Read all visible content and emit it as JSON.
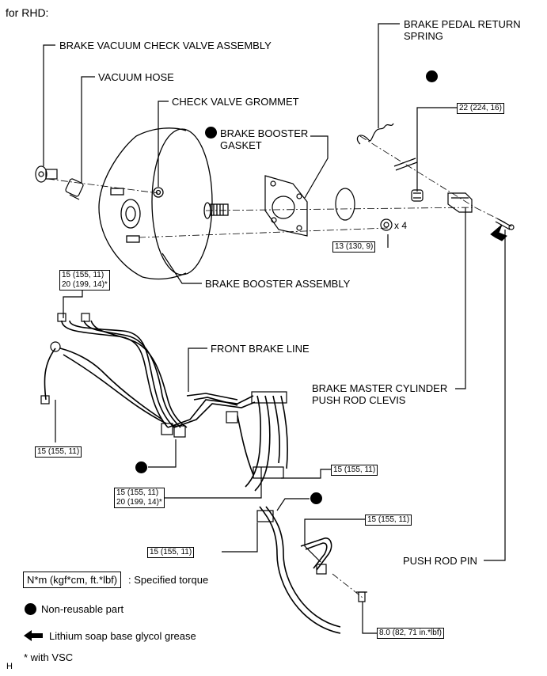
{
  "header": {
    "variant": "for RHD:"
  },
  "parts": {
    "check_valve": "BRAKE VACUUM CHECK VALVE ASSEMBLY",
    "vacuum_hose": "VACUUM HOSE",
    "grommet": "CHECK VALVE GROMMET",
    "booster_gasket": "BRAKE BOOSTER\nGASKET",
    "return_spring": "BRAKE PEDAL RETURN\nSPRING",
    "booster_assembly": "BRAKE BOOSTER ASSEMBLY",
    "front_brake_line": "FRONT BRAKE LINE",
    "push_rod_clevis": "BRAKE MASTER CYLINDER\nPUSH ROD CLEVIS",
    "push_rod_pin": "PUSH ROD PIN"
  },
  "torques": {
    "t_clevis_nut": "22 (224, 16)",
    "t_booster_nut": "13 (130, 9)",
    "t_flare_top": "15 (155, 11)\n20 (199, 14)*",
    "t_left": "15 (155, 11)",
    "t_right_upper": "15 (155, 11)",
    "t_mid": "15 (155, 11)\n20 (199, 14)*",
    "t_right_lower": "15 (155, 11)",
    "t_bottom": "15 (155, 11)",
    "t_bolt": "8.0 (82, 71 in.*lbf)"
  },
  "quantity": "x 4",
  "legend": {
    "torque_box": "N*m (kgf*cm, ft.*lbf)",
    "torque_text": ": Specified torque",
    "non_reusable": "Non-reusable part",
    "grease": "Lithium soap base glycol grease",
    "vsc_note": "* with VSC"
  },
  "figure_code": "H"
}
